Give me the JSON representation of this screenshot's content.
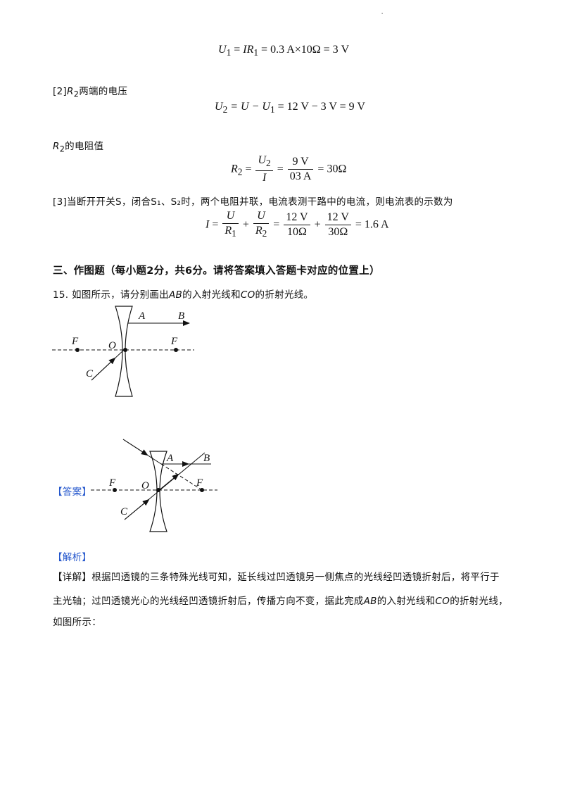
{
  "corner_mark": "·",
  "eq1": {
    "U": "U",
    "sub1": "1",
    "eq": " = ",
    "I": "I",
    "R": "R",
    "rest": " = 0.3 A×10Ω = 3 V"
  },
  "step2": {
    "prefix": "[2]",
    "R": "R",
    "sub": "2",
    "text": "两端的电压"
  },
  "eq2": {
    "U2": "U",
    "sub2": "2",
    "mid": " = U − U",
    "sub1": "1",
    "rest": " = 12 V − 3 V = 9 V"
  },
  "step_r2": {
    "R": "R",
    "sub": "2",
    "text": "的电阻值"
  },
  "eq3": {
    "R": "R",
    "sub": "2",
    "eq": " = ",
    "num1": "U",
    "num1sub": "2",
    "den1": "I",
    "num2": "9 V",
    "den2": "03 A",
    "rest": " = 30Ω"
  },
  "step3": "[3]当断开开关S，闭合S₁、S₂时，两个电阻并联，电流表测干路中的电流，则电流表的示数为",
  "eq4": {
    "I": "I",
    "eq": " = ",
    "n1": "U",
    "d1": "R",
    "d1sub": "1",
    "plus": " + ",
    "n2": "U",
    "d2": "R",
    "d2sub": "2",
    "eq2": " = ",
    "n3": "12 V",
    "d3": "10Ω",
    "plus2": " + ",
    "n4": "12 V",
    "d4": "30Ω",
    "rest": " = 1.6 A"
  },
  "section_heading": "三、作图题（每小题2分，共6分。请将答案填入答题卡对应的位置上）",
  "question": {
    "number": "15.",
    "text_a": " 如图所示，请分别画出",
    "AB": "AB",
    "text_b": "的入射光线和",
    "CO": "CO",
    "text_c": "的折射光线。"
  },
  "figure1": {
    "labels": {
      "A": "A",
      "B": "B",
      "F_left": "F",
      "O": "O",
      "F_right": "F",
      "C": "C"
    }
  },
  "answer_label": "【答案】",
  "figure2": {
    "labels": {
      "A": "A",
      "B": "B",
      "F_left": "F",
      "O": "O",
      "F_right": "F",
      "C": "C"
    }
  },
  "analysis_label": "【解析】",
  "detail": {
    "label": "【详解】",
    "line1": "根据凹透镜的三条特殊光线可知，延长线过凹透镜另一侧焦点的光线经凹透镜折射后，将平行于",
    "line2a": "主光轴；过凹透镜光心的光线经凹透镜折射后，传播方向不变，据此完成",
    "AB": "AB",
    "line2b": "的入射光线和",
    "CO": "CO",
    "line2c": "的折射光线，",
    "line3": "如图所示："
  }
}
